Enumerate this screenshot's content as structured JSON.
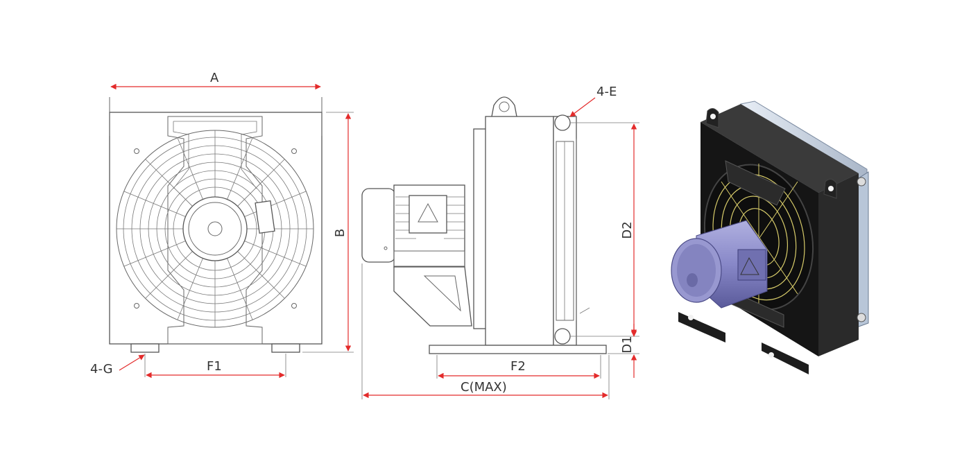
{
  "labels": {
    "a": "A",
    "b": "B",
    "c_max": "C(MAX)",
    "d1": "D1",
    "d2": "D2",
    "e": "4-E",
    "f1": "F1",
    "f2": "F2",
    "g": "4-G"
  },
  "colors": {
    "dimension": "#e32b2b",
    "outline": "#555555",
    "motor": "#8888c8",
    "housing": "#1c1c1c",
    "fan_grille": "#d8cc6a",
    "core": "#c8d4e4"
  }
}
